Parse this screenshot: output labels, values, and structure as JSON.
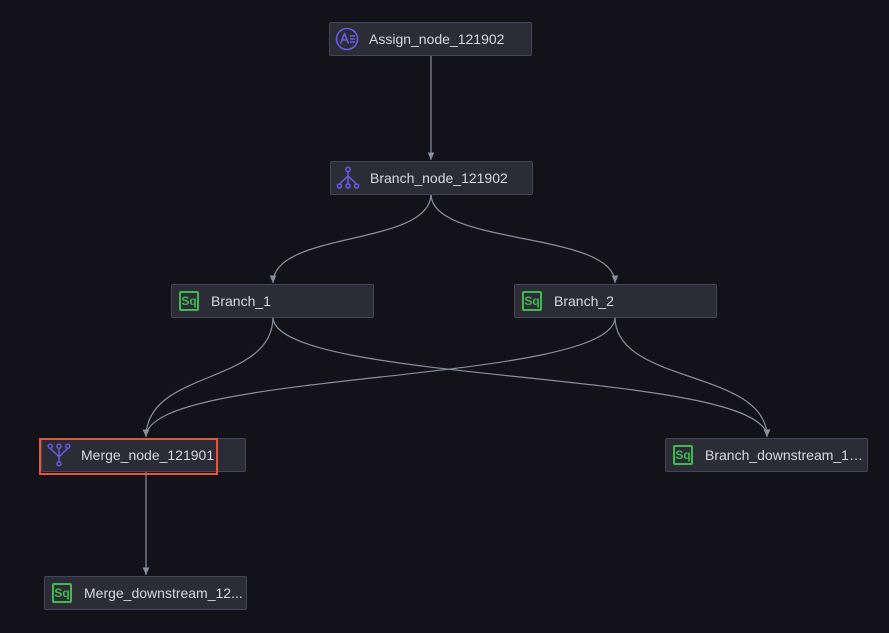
{
  "colors": {
    "background": "#121218",
    "node_fill": "#2b2c36",
    "node_border": "#44465a",
    "edge": "#8a8f9e",
    "sql_icon": "#3fb950",
    "logic_icon": "#6b5ce7",
    "selection": "#e8553b"
  },
  "nodes": {
    "assign": {
      "label": "Assign_node_121902",
      "icon": "assign-icon"
    },
    "branch": {
      "label": "Branch_node_121902",
      "icon": "branch-icon"
    },
    "branch_1": {
      "label": "Branch_1",
      "icon": "sql-icon",
      "icon_text": "Sq"
    },
    "branch_2": {
      "label": "Branch_2",
      "icon": "sql-icon",
      "icon_text": "Sq"
    },
    "merge": {
      "label": "Merge_node_121901",
      "icon": "merge-icon",
      "selected": true
    },
    "branch_downstream": {
      "label": "Branch_downstream_12...",
      "icon": "sql-icon",
      "icon_text": "Sq"
    },
    "merge_downstream": {
      "label": "Merge_downstream_12...",
      "icon": "sql-icon",
      "icon_text": "Sq"
    }
  },
  "edges": [
    {
      "from": "assign",
      "to": "branch"
    },
    {
      "from": "branch",
      "to": "branch_1"
    },
    {
      "from": "branch",
      "to": "branch_2"
    },
    {
      "from": "branch_1",
      "to": "merge"
    },
    {
      "from": "branch_2",
      "to": "merge"
    },
    {
      "from": "branch_1",
      "to": "branch_downstream"
    },
    {
      "from": "branch_2",
      "to": "branch_downstream"
    },
    {
      "from": "merge",
      "to": "merge_downstream"
    }
  ]
}
